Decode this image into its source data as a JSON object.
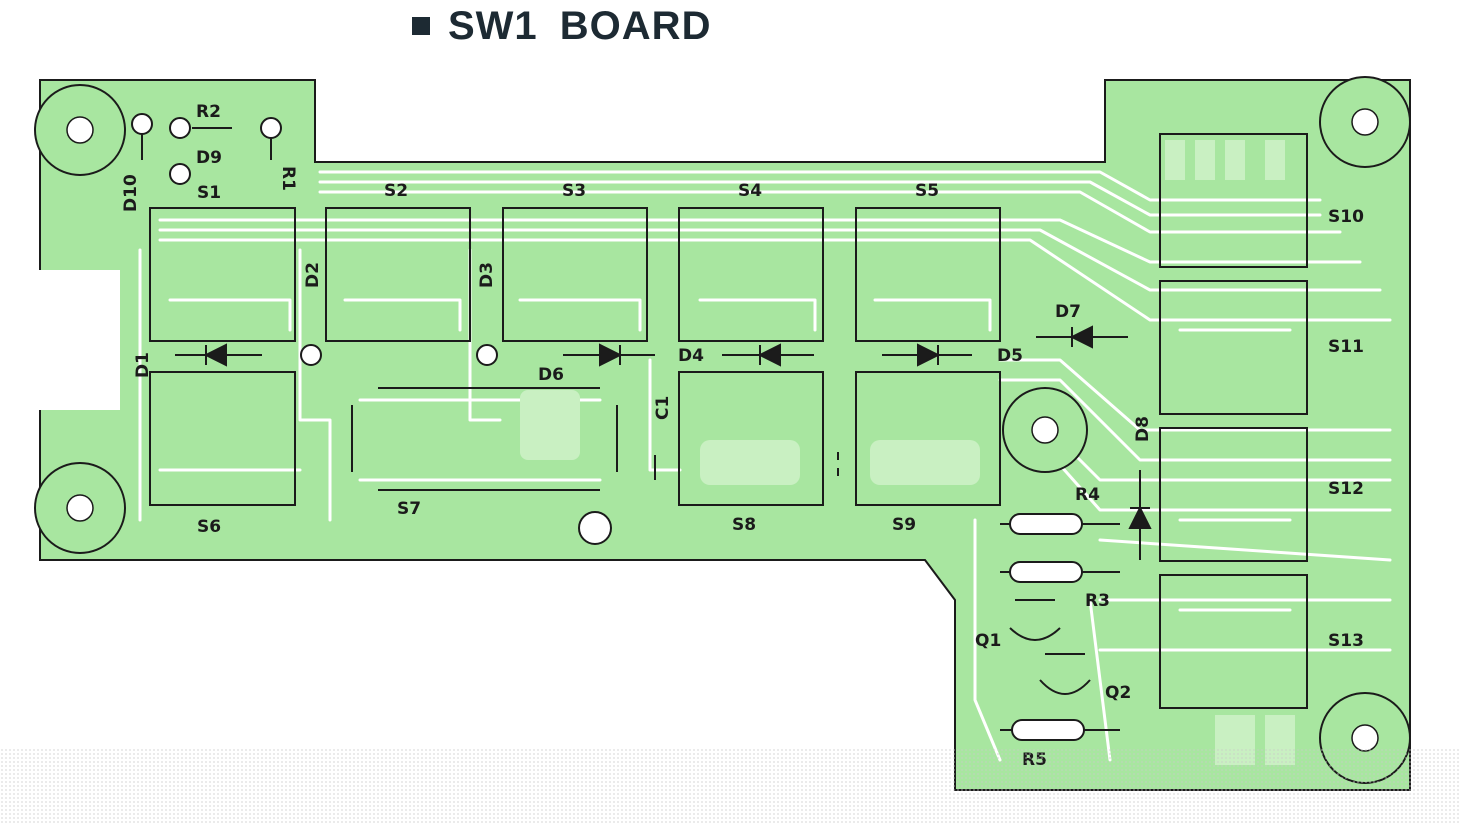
{
  "title": "SW1  BOARD",
  "colors": {
    "board_fill": "#a8e6a0",
    "board_edge": "#58b55a",
    "trace": "#ffffff",
    "ink": "#1b1b1b",
    "title": "#1d2a33"
  },
  "icons": {
    "title_bullet": "black-square-icon",
    "mounting_hole": "mounting-hole-icon",
    "diode": "diode-symbol-icon",
    "resistor": "resistor-symbol-icon",
    "transistor": "transistor-outline-icon",
    "switch": "switch-footprint-icon"
  },
  "labels": {
    "switches": {
      "S1": "S1",
      "S2": "S2",
      "S3": "S3",
      "S4": "S4",
      "S5": "S5",
      "S6": "S6",
      "S7": "S7",
      "S8": "S8",
      "S9": "S9",
      "S10": "S10",
      "S11": "S11",
      "S12": "S12",
      "S13": "S13"
    },
    "diodes": {
      "D1": "D1",
      "D2": "D2",
      "D3": "D3",
      "D4": "D4",
      "D5": "D5",
      "D6": "D6",
      "D7": "D7",
      "D8": "D8",
      "D9": "D9",
      "D10": "D10"
    },
    "resistors": {
      "R1": "R1",
      "R2": "R2",
      "R3": "R3",
      "R4": "R4",
      "R5": "R5"
    },
    "transistors": {
      "Q1": "Q1",
      "Q2": "Q2"
    },
    "capacitors": {
      "C1": "C1"
    }
  }
}
